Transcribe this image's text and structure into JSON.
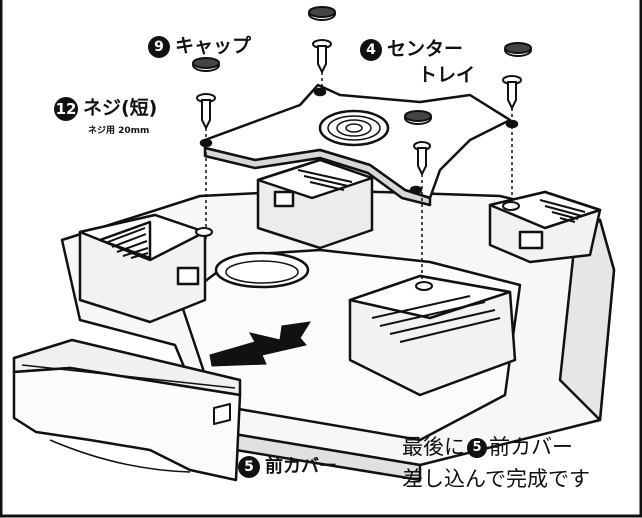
{
  "labels": {
    "cap": {
      "num": "9",
      "text": "キャップ"
    },
    "center_tray": {
      "num": "4",
      "line1": "センター",
      "line2": "トレイ"
    },
    "screw": {
      "num": "12",
      "text": "ネジ(短)",
      "sub": "ネジ用 20mm"
    },
    "front_cover": {
      "num": "5",
      "text": "前カバー"
    }
  },
  "instruction": {
    "before": "最後に",
    "num": "5",
    "after": "前カバー",
    "line2": "差し込んで完成です"
  },
  "colors": {
    "ink": "#111111",
    "paper": "#ffffff",
    "shade": "#e8e8e8"
  }
}
